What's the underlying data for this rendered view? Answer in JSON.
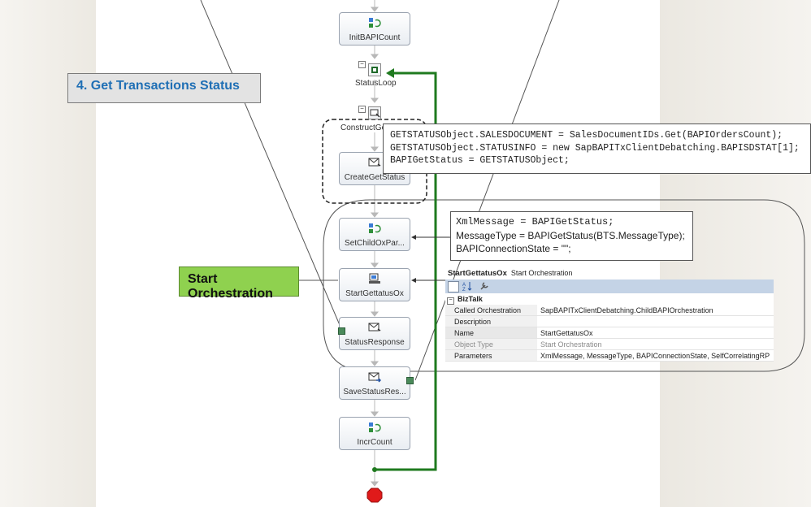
{
  "designer": {
    "shapes": [
      {
        "label": "InitBAPICount",
        "icon": "expression-icon"
      },
      {
        "label": "CreateGetStatus",
        "icon": "message-icon"
      },
      {
        "label": "SetChildOxPar...",
        "icon": "expression-icon"
      },
      {
        "label": "StartGettatusOx",
        "icon": "start-orchestration-icon"
      },
      {
        "label": "StatusResponse",
        "icon": "message-icon"
      },
      {
        "label": "SaveStatusRes...",
        "icon": "send-message-icon"
      },
      {
        "label": "IncrCount",
        "icon": "expression-icon"
      }
    ],
    "loop_label": "StatusLoop",
    "construct_label": "ConstructGetStatus"
  },
  "callouts": {
    "transactions": "4. Get Transactions Status",
    "start_orchestration": "Start Orchestration"
  },
  "code": {
    "construct_lines": [
      "GETSTATUSObject.SALESDOCUMENT = SalesDocumentIDs.Get(BAPIOrdersCount);",
      "GETSTATUSObject.STATUSINFO = new SapBAPITxClientDebatching.BAPISDSTAT[1];",
      "BAPIGetStatus = GETSTATUSObject;"
    ],
    "assign_lines": [
      "XmlMessage = BAPIGetStatus;",
      "MessageType = BAPIGetStatus(BTS.MessageType);",
      "BAPIConnectionState = \"\";"
    ]
  },
  "properties": {
    "object_name": "StartGettatusOx",
    "object_type": "Start Orchestration",
    "category": "BizTalk",
    "rows": [
      {
        "key": "Called Orchestration",
        "value": "SapBAPITxClientDebatching.ChildBAPIOrchestration"
      },
      {
        "key": "Description",
        "value": ""
      },
      {
        "key": "Name",
        "value": "StartGettatusOx"
      },
      {
        "key": "Object Type",
        "value": "Start Orchestration"
      },
      {
        "key": "Parameters",
        "value": "XmlMessage, MessageType, BAPIConnectionState, SelfCorrelatingRP"
      }
    ]
  },
  "colors": {
    "loop_green": "#1f7a1f",
    "callout_blue_text": "#1f6fb5",
    "callout_green_bg": "#8fd14f",
    "toolbar_blue": "#c4d3e6"
  }
}
